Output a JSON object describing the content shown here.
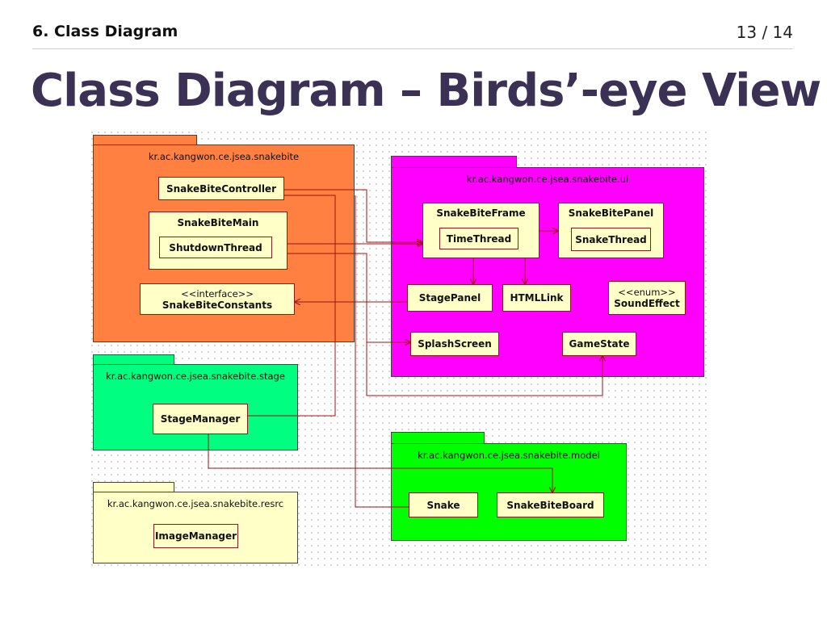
{
  "header": {
    "section": "6. Class Diagram",
    "page_number": "13 / 14",
    "title": "Class Diagram – Birds’-eye View"
  },
  "diagram": {
    "colors": {
      "snakebite_pkg": "#ff8040",
      "ui_pkg": "#ff00ff",
      "stage_pkg": "#00ff80",
      "model_pkg": "#00ff00",
      "resrc_pkg": "#ffffc8",
      "class_fill": "#ffffc8",
      "edge": "#a01010"
    },
    "packages": {
      "snakebite": {
        "name": "kr.ac.kangwon.ce.jsea.snakebite"
      },
      "ui": {
        "name": "kr.ac.kangwon.ce.jsea.snakebite.ui"
      },
      "stage": {
        "name": "kr.ac.kangwon.ce.jsea.snakebite.stage"
      },
      "model": {
        "name": "kr.ac.kangwon.ce.jsea.snakebite.model"
      },
      "resrc": {
        "name": "kr.ac.kangwon.ce.jsea.snakebite.resrc"
      }
    },
    "classes": {
      "snake_bite_controller": "SnakeBiteController",
      "snake_bite_main": "SnakeBiteMain",
      "shutdown_thread": "ShutdownThread",
      "constants_stereotype": "<<interface>>",
      "snake_bite_constants": "SnakeBiteConstants",
      "snake_bite_frame": "SnakeBiteFrame",
      "time_thread": "TimeThread",
      "snake_bite_panel": "SnakeBitePanel",
      "snake_thread": "SnakeThread",
      "stage_panel": "StagePanel",
      "html_link": "HTMLLink",
      "sound_stereotype": "<<enum>>",
      "sound_effect": "SoundEffect",
      "splash_screen": "SplashScreen",
      "game_state": "GameState",
      "stage_manager": "StageManager",
      "snake": "Snake",
      "snake_bite_board": "SnakeBiteBoard",
      "image_manager": "ImageManager"
    }
  }
}
